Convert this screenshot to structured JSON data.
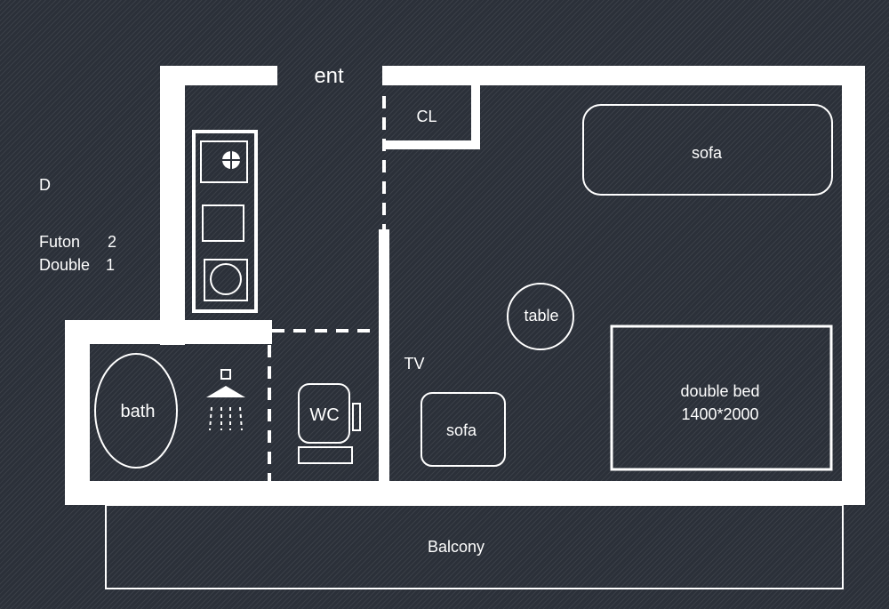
{
  "plan": {
    "entrance_label": "ent",
    "closet_label": "CL",
    "tv_label": "TV",
    "sofa_top_label": "sofa",
    "sofa_bottom_label": "sofa",
    "table_label": "table",
    "bed_label": "double  bed",
    "bed_size": "1400*2000",
    "bath_label": "bath",
    "wc_label": "WC",
    "balcony_label": "Balcony"
  },
  "legend": {
    "title": "D",
    "futon_label": "Futon",
    "futon_count": "2",
    "double_label": "Double",
    "double_count": "1"
  },
  "colors": {
    "background": "#2b3039",
    "lines": "#ffffff"
  },
  "icons": [
    "stove-burner-icon",
    "shower-head-icon",
    "washer-icon"
  ]
}
